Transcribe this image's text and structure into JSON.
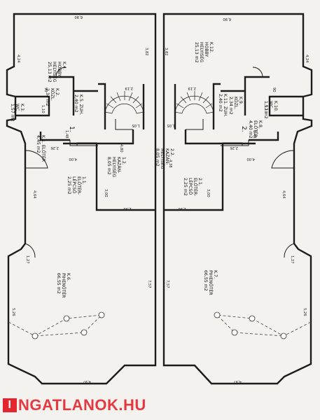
{
  "rooms": {
    "l_hobby": {
      "lines": [
        "K.4.",
        "HOBBY",
        "HELYISÉG",
        "25,13 m2"
      ],
      "color": "#111111"
    },
    "l_wc": {
      "lines": [
        "K.3.",
        "WC",
        "1,57 m2"
      ]
    },
    "l_kozl": {
      "lines": [
        "K.2.",
        "KÖZL.",
        "2,34 m2"
      ]
    },
    "l_zuh": {
      "lines": [
        "K.5. ZUH.",
        "2,40 m2"
      ]
    },
    "l_eloter": {
      "lines": [
        "K.1. ELŐTÉR",
        "4,45 m2"
      ]
    },
    "l_eloterlepcso": {
      "lines": [
        "1.1.",
        "ELŐTÉR-",
        "LÉPCSŐ",
        "2,25 m2"
      ]
    },
    "l_kazan": {
      "lines": [
        "1.2.",
        "KAZÁN-",
        "HELYISÉG",
        "8,05 m2"
      ]
    },
    "l_pihenoter": {
      "lines": [
        "K.6.",
        "PIHENŐTÉR",
        "66,55 m2"
      ]
    },
    "r_hobby": {
      "lines": [
        "K.12.",
        "HOBBY",
        "HELYISÉG",
        "25,13 m2"
      ]
    },
    "r_zuh": {
      "lines": [
        "K.11. ZUH.",
        "2,40 m2"
      ]
    },
    "r_kozl": {
      "lines": [
        "K.9.",
        "KÖZL.",
        "2,34 m2"
      ]
    },
    "r_wc": {
      "lines": [
        "K.10.",
        "WC",
        "1,57 m2"
      ]
    },
    "r_eloter": {
      "lines": [
        "K.8.",
        "ELŐTÉR",
        "4,40 m2"
      ]
    },
    "r_kazan": {
      "lines": [
        "2.2.",
        "KAZÁN-",
        "HELYISÉG",
        "8,05 m2"
      ]
    },
    "r_eloterlepcso": {
      "lines": [
        "2.1.",
        "ELŐTÉR-",
        "LÉPCSŐ",
        "2,25 m2"
      ]
    },
    "r_pihenoter": {
      "lines": [
        "K.7.",
        "PIHENŐTÉR",
        "66,55 m2"
      ]
    }
  },
  "dimensions": {
    "top_left": "6,90",
    "top_right": "6,90",
    "left_side": "4,24",
    "right_side": "4,24",
    "center_left": "3,82",
    "center_right": "3,82",
    "stair_left": "2,19",
    "stair_right": "2,19",
    "lower_left": "4,64",
    "lower_right": "4,64",
    "mid_left": "7,57",
    "mid_right": "7,57",
    "bottom_left": "4,97",
    "bottom_right": "4,97",
    "bay_left": "5,26",
    "bay_right": "5,26",
    "door_left": "1,90",
    "door_right": "1,90",
    "width_left": "4,00",
    "width_right": "4,00",
    "h_left": "4,80",
    "h_right": "4,38",
    "corner": "1,27",
    "label_90": "90",
    "label_300": "3,00",
    "label_105": "1,05",
    "label_148": "1,48",
    "label_226": "2,26",
    "label_110": "1,10"
  },
  "sections": {
    "left": "1.",
    "right": "2."
  },
  "watermark": {
    "icon_glyph": "I",
    "text": "NGATLANOK.HU",
    "color": "#e3262e"
  }
}
